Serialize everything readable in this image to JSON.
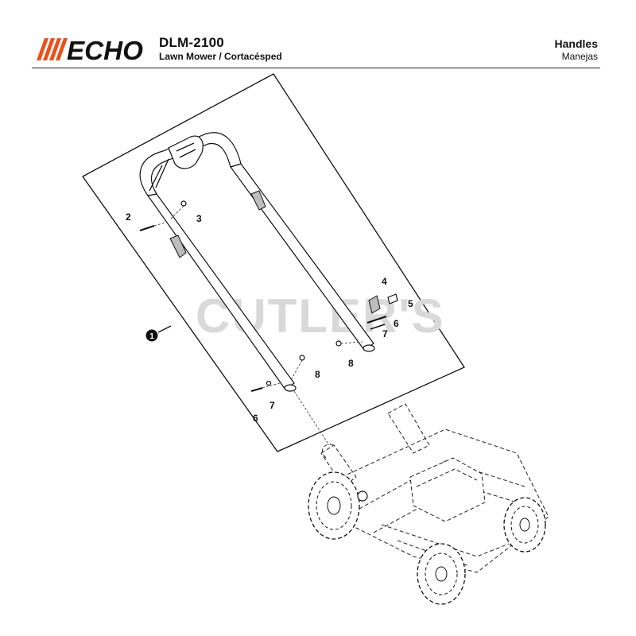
{
  "header": {
    "brand": "ECHO",
    "model": "DLM-2100",
    "subtitle": "Lawn Mower / Cortacésped",
    "section": "Handles",
    "section_sub": "Manejas"
  },
  "watermark": "CUTLER'S",
  "brand_color": "#e8511c",
  "callouts": {
    "c1": "1",
    "c2": "2",
    "c3": "3",
    "c4": "4",
    "c5": "5",
    "c6a": "6",
    "c6b": "6",
    "c7a": "7",
    "c7b": "7",
    "c8a": "8",
    "c8b": "8"
  }
}
